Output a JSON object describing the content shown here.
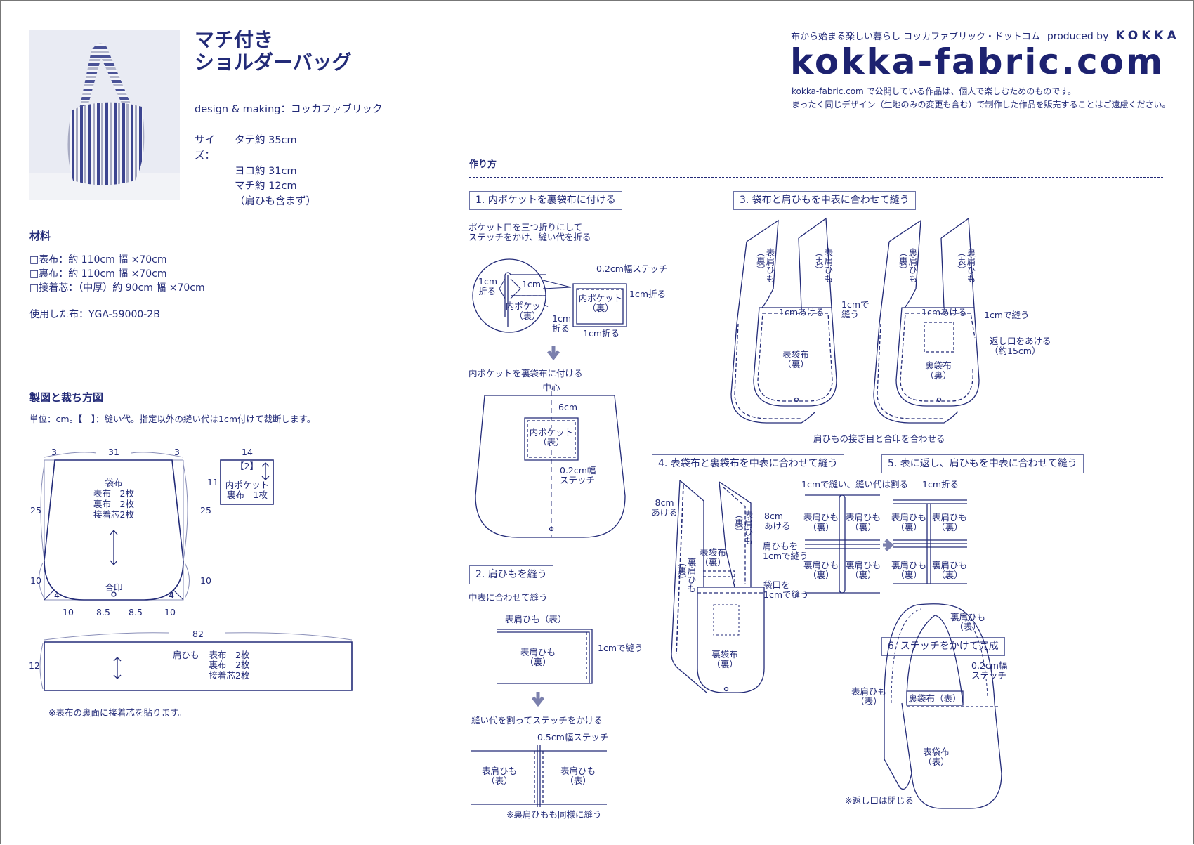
{
  "header": {
    "tagline": "布から始まる楽しい暮らし コッカファブリック・ドットコム",
    "produced_by": "produced by",
    "brand": "KOKKA",
    "logo": "kokka-fabric.com",
    "notice_1": "kokka-fabric.com で公開している作品は、個人で楽しむためのものです。",
    "notice_2": "まったく同じデザイン（生地のみの変更も含む）で制作した作品を販売することはご遠慮ください。"
  },
  "title": {
    "line1": "マチ付き",
    "line2": "ショルダーバッグ"
  },
  "credit": "design & making：コッカファブリック",
  "size": {
    "label": "サイズ：",
    "height": "タテ約 35cm",
    "width": "ヨコ約 31cm",
    "gusset": "マチ約 12cm",
    "note": "（肩ひも含まず）"
  },
  "materials": {
    "heading": "材料",
    "items": [
      "□表布：約 110cm 幅 ×70cm",
      "□裏布：約 110cm 幅 ×70cm",
      "□接着芯：（中厚）約 90cm 幅 ×70cm"
    ],
    "fabric_used": "使用した布：YGA-59000-2B"
  },
  "pattern": {
    "heading": "製図と裁ち方図",
    "unit_note": "単位：cm。【　】：縫い代。指定以外の縫い代は1cm付けて裁断します。",
    "bag": {
      "name": "袋布",
      "l1": "表布　2枚",
      "l2": "裏布　2枚",
      "l3": "接着芯2枚",
      "mark": "合印",
      "dims": {
        "top_side": "3",
        "top": "31",
        "side": "25",
        "curve": "10",
        "corner": "4",
        "bottom_outer": "10",
        "bottom_inner": "8.5"
      }
    },
    "pocket": {
      "name": "内ポケット",
      "l1": "裏布　1枚",
      "seam": "【2】",
      "w": "14",
      "h": "11"
    },
    "strap": {
      "name": "肩ひも",
      "l1": "表布　2枚",
      "l2": "裏布　2枚",
      "l3": "接着芯2枚",
      "w": "82",
      "h": "12"
    },
    "footnote": "※表布の裏面に接着芯を貼ります。"
  },
  "howto": {
    "heading": "作り方",
    "step1": {
      "title": "1. 内ポケットを裏袋布に付ける",
      "inst1": "ポケット口を三つ折りにして",
      "inst2": "ステッチをかけ、縫い代を折る",
      "fold": "1cm\n折る",
      "cm1": "1cm",
      "pocket_back": "内ポケット\n（裏）",
      "stitch": "0.2cm幅ステッチ",
      "fold_r": "1cm折る",
      "fold_b": "1cm折る",
      "inst3": "内ポケットを裏袋布に付ける",
      "center": "中心",
      "cm6": "6cm",
      "pocket_front": "内ポケット\n（表）",
      "stitch2": "0.2cm幅\nステッチ"
    },
    "step2": {
      "title": "2. 肩ひもを縫う",
      "inst1": "中表に合わせて縫う",
      "strap_front": "表肩ひも（表）",
      "strap_back": "表肩ひも\n（裏）",
      "sew": "1cmで縫う",
      "inst2": "縫い代を割ってステッチをかける",
      "stitch": "0.5cm幅ステッチ",
      "left": "表肩ひも\n（表）",
      "right": "表肩ひも\n（表）",
      "note": "※裏肩ひもも同様に縫う"
    },
    "step3": {
      "title": "3. 袋布と肩ひもを中表に合わせて縫う",
      "a1": "表肩ひも\n（裏）",
      "a2": "表肩ひも\n（表）",
      "open": "1cmあける",
      "sew": "1cmで\n縫う",
      "bag_a": "表袋布\n（裏）",
      "b1": "裏肩ひも\n（裏）",
      "b2": "裏肩ひも\n（表）",
      "open_b": "1cmあける",
      "sew_b": "1cmで縫う",
      "return": "返し口をあける\n（約15cm）",
      "bag_b": "裏袋布\n（裏）",
      "match": "肩ひもの接ぎ目と合印を合わせる"
    },
    "step4": {
      "title": "4. 表袋布と裏袋布を中表に合わせて縫う",
      "open_l": "8cm\nあける",
      "open_r": "8cm\nあける",
      "strap_r": "表肩ひも\n（裏）",
      "strap_l": "裏肩ひも\n（裏）",
      "bag_outer": "表袋布\n（裏）",
      "sew_strap": "肩ひもを\n1cmで縫う",
      "sew_mouth": "袋口を\n1cmで縫う",
      "bag_inner": "裏袋布\n（裏）"
    },
    "step5": {
      "title": "5. 表に返し、肩ひもを中表に合わせて縫う",
      "sew": "1cmで縫い、縫い代は割る",
      "fold": "1cm折る",
      "tl": "表肩ひも\n（裏）",
      "tr": "表肩ひも\n（裏）",
      "bl": "裏肩ひも\n（裏）",
      "br": "裏肩ひも\n（裏）"
    },
    "step6": {
      "title": "6. ステッチをかけて完成",
      "strap_inner": "裏肩ひも\n（表）",
      "stitch": "0.2cm幅\nステッチ",
      "strap_outer": "表肩ひも\n（表）",
      "lining": "裏袋布（表）",
      "bag": "表袋布\n（表）",
      "note": "※返し口は閉じる"
    }
  },
  "colors": {
    "ink": "#232b78",
    "photo_bg": "#e9ebf3"
  }
}
